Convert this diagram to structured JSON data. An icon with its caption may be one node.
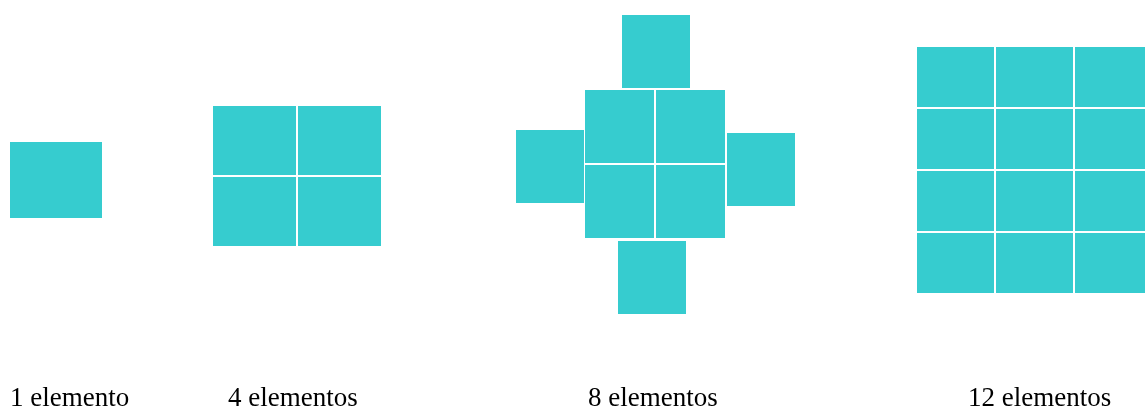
{
  "diagram": {
    "labels": [
      "1 elemento",
      "4 elementos",
      "8 elementos",
      "12 elementos"
    ]
  }
}
